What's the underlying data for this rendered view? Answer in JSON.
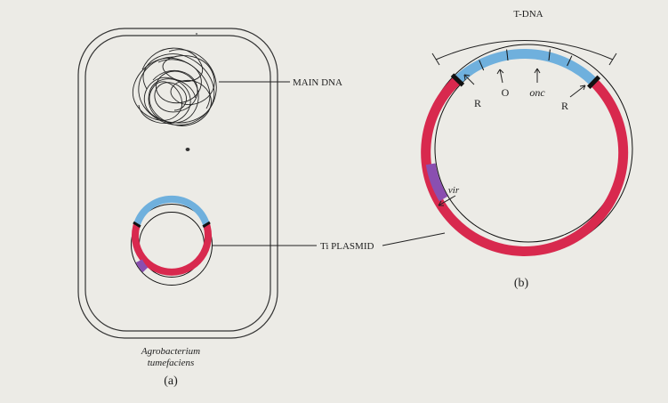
{
  "panel_a": {
    "caption": "(a)",
    "organism_line1": "Agrobacterium",
    "organism_line2": "tumefaciens",
    "label_main_dna": "MAIN DNA",
    "label_plasmid": "Ti PLASMID"
  },
  "panel_b": {
    "caption": "(b)",
    "label_tdna": "T-DNA",
    "label_r_left": "R",
    "label_o": "O",
    "label_onc": "onc",
    "label_r_right": "R",
    "label_vir": "vir"
  },
  "colors": {
    "background": "#ecebe6",
    "plasmid_red": "#d8294e",
    "tdna_blue": "#6fb0dd",
    "vir_purple": "#8a4fb0",
    "border_black": "#111111",
    "ink": "#1e1e1e"
  }
}
